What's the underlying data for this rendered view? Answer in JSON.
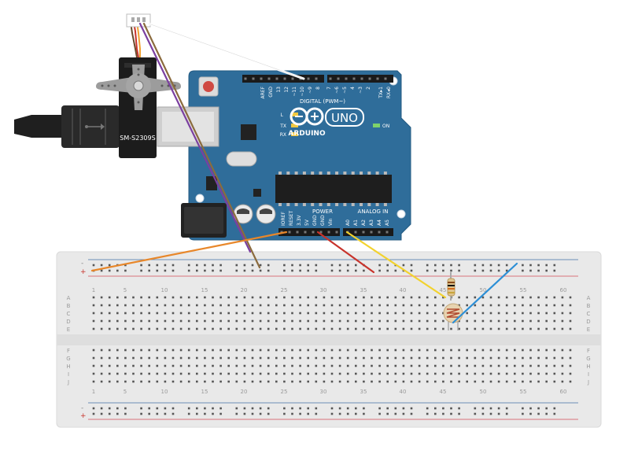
{
  "board": {
    "digital_header": "DIGITAL (PWM~)",
    "digital_pins": [
      "AREF",
      "GND",
      "13",
      "12",
      "~11",
      "~10",
      "~9",
      "8",
      "7",
      "~6",
      "~5",
      "4",
      "~3",
      "2",
      "TX▸1",
      "RX◂0"
    ],
    "led_labels": [
      "L",
      "TX",
      "RX"
    ],
    "on_label": "ON",
    "brand": "ARDUINO",
    "model": "UNO",
    "power_header": "POWER",
    "analog_header": "ANALOG IN",
    "power_pins": [
      "IOREF",
      "RESET",
      "3.3V",
      "5V",
      "GND",
      "GND",
      "Vin"
    ],
    "analog_pins": [
      "A0",
      "A1",
      "A2",
      "A3",
      "A4",
      "A5"
    ]
  },
  "servo": {
    "label": "SM-S2309S"
  },
  "breadboard": {
    "plus_symbol": "+",
    "minus_symbol": "-",
    "column_numbers": [
      "1",
      "5",
      "10",
      "15",
      "20",
      "25",
      "30",
      "35",
      "40",
      "45",
      "50",
      "55",
      "60"
    ],
    "rows_top": [
      "A",
      "B",
      "C",
      "D",
      "E"
    ],
    "rows_bottom": [
      "F",
      "G",
      "H",
      "I",
      "J"
    ]
  },
  "colors": {
    "board": "#2f6d9a",
    "breadboard": "#ececec",
    "wire_white": "#ffffff",
    "wire_brown": "#8b6b3e",
    "wire_purple": "#7b3fa0",
    "wire_orange": "#e8872a",
    "wire_red": "#c8332b",
    "wire_yellow": "#f2d22e",
    "wire_blue": "#2c8fd6"
  }
}
